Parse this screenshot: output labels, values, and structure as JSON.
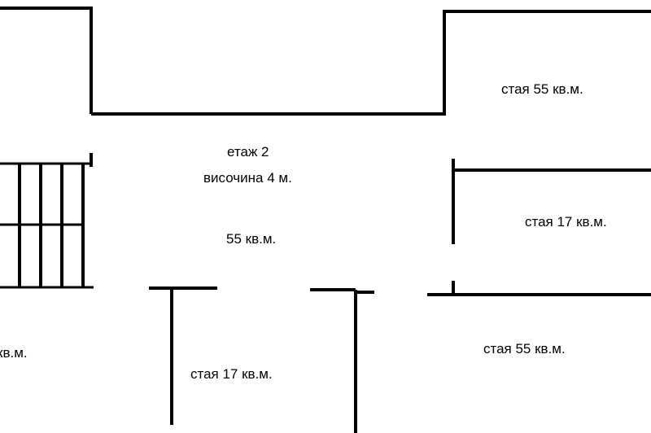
{
  "floor": {
    "title": "етаж 2",
    "height": "височина 4 м.",
    "hall_area": "55 кв.м."
  },
  "rooms": {
    "top_right": "стая 55 кв.м.",
    "middle_right": "стая 17 кв.м.",
    "bottom_right": "стая 55 кв.м.",
    "bottom_center": "стая 17 кв.м.",
    "bottom_left_partial": "кв.м."
  },
  "colors": {
    "wall": "#000000",
    "background": "#ffffff"
  }
}
